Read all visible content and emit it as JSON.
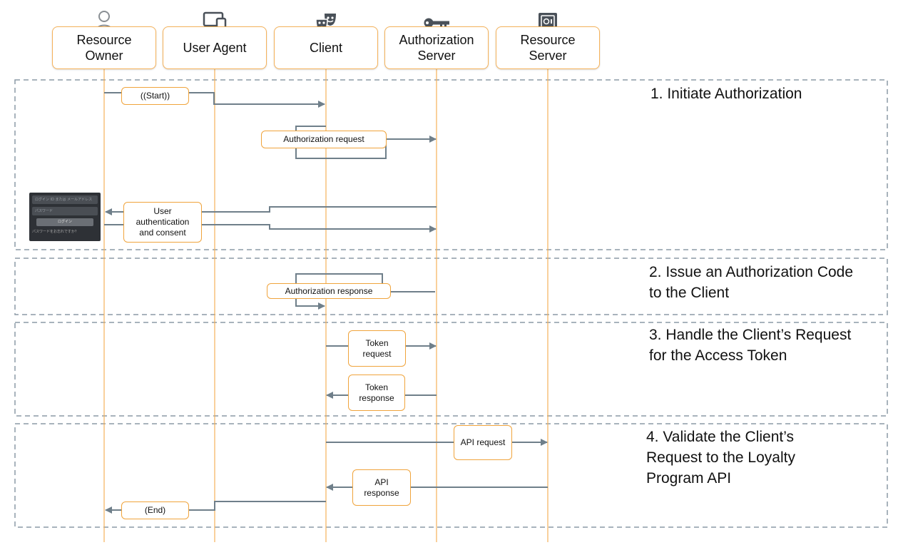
{
  "actors": [
    {
      "label": "Resource\nOwner",
      "icon": "user-icon"
    },
    {
      "label": "User Agent",
      "icon": "devices-icon"
    },
    {
      "label": "Client",
      "icon": "theater-masks-icon"
    },
    {
      "label": "Authorization\nServer",
      "icon": "key-icon"
    },
    {
      "label": "Resource\nServer",
      "icon": "safe-icon"
    }
  ],
  "phases": [
    {
      "title": "1. Initiate Authorization"
    },
    {
      "title": "2. Issue an Authorization Code\nto the Client"
    },
    {
      "title": "3. Handle the Client’s Request\nfor the Access Token"
    },
    {
      "title": "4. Validate the Client’s\nRequest to the Loyalty\nProgram API"
    }
  ],
  "messages": [
    {
      "label": "((Start))"
    },
    {
      "label": "Authorization request"
    },
    {
      "label": "User\nauthentication\nand consent"
    },
    {
      "label": "Authorization response"
    },
    {
      "label": "Token\nrequest"
    },
    {
      "label": "Token\nresponse"
    },
    {
      "label": "API request"
    },
    {
      "label": "API\nresponse"
    },
    {
      "label": "(End)"
    }
  ],
  "login_screen": {
    "id_field": "ログイン ID または メールアドレス",
    "password_field": "パスワード",
    "login_button": "ログイン",
    "forgot_link": "パスワードをお忘れですか？"
  },
  "colors": {
    "lifeline": "#f5b25a",
    "arrow": "#6f7f8a",
    "phase_border": "#8b9aa6",
    "box_border": "#f0a43c"
  }
}
